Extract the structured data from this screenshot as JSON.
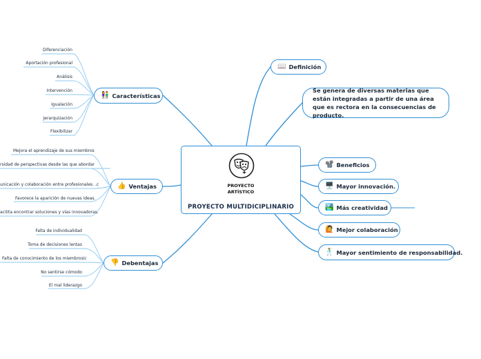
{
  "central": {
    "logo_text_line1": "PROYECTO",
    "logo_text_line2": "ARTÍSTICO",
    "title": "PROYECTO MULTIDICIPLINARIO"
  },
  "branches": {
    "caracteristicas": {
      "icon": "👫",
      "label": "Características"
    },
    "ventajas": {
      "icon": "👍",
      "label": "Ventajas"
    },
    "debentajas": {
      "icon": "👎",
      "label": "Debentajas"
    },
    "definicion": {
      "icon": "📖",
      "label": "Definición"
    },
    "definicion_text": "Se genera de diversas materias que están integradas a partir de una área que es rectora en la consecuencias de producto.",
    "beneficios": {
      "icon": "📽️",
      "label": "Beneficios"
    },
    "innovacion": {
      "icon": "🖥️",
      "label": "Mayor innovación."
    },
    "creatividad": {
      "icon": "🏞️",
      "label": "Más creatividad"
    },
    "colaboracion": {
      "icon": "🙋",
      "label": "Mejor colaboración"
    },
    "responsabilidad": {
      "icon": "🕺",
      "label": "Mayor sentimiento de responsabilidad."
    }
  },
  "leaves": {
    "caracteristicas": [
      "Diferenciación",
      "Aportación profesional",
      "Análisis",
      "Intervención",
      "Igualación",
      "Jerarquización",
      "Flexibilizar"
    ],
    "ventajas": [
      "Mejora el aprendizaje de sus miembros",
      "rsidad de perspectivas desde las que abordar",
      "unicación y colaboración entre profesionales. .c",
      "Favorece la aparición de nuevas ideas.",
      "acilita encontrar soluciones y vías innovadoras."
    ],
    "debentajas": [
      "Falta de individualidad",
      "Toma de decisiones lentas",
      "Falta de conocimiento de los miembrosic",
      "No sentirse cómodo",
      "El mal liderazgo"
    ]
  },
  "colors": {
    "line": "#2e8fd6",
    "leaf_line": "#8cc8ef",
    "text": "#1b2a3a"
  }
}
